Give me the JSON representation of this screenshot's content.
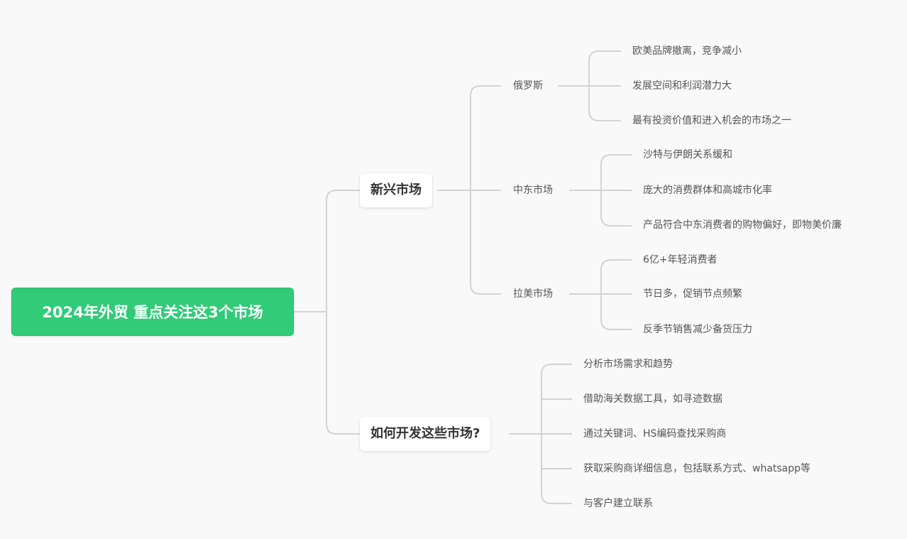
{
  "mindmap": {
    "root": "2024年外贸 重点关注这3个市场",
    "branches": [
      {
        "label": "新兴市场",
        "regions": [
          {
            "label": "俄罗斯",
            "points": [
              "欧美品牌撤离，竞争减小",
              "发展空间和利润潜力大",
              "最有投资价值和进入机会的市场之一"
            ]
          },
          {
            "label": "中东市场",
            "points": [
              "沙特与伊朗关系缓和",
              "庞大的消费群体和高城市化率",
              "产品符合中东消费者的购物偏好，即物美价廉"
            ]
          },
          {
            "label": "拉美市场",
            "points": [
              "6亿+年轻消费者",
              "节日多，促销节点频繁",
              "反季节销售减少备货压力"
            ]
          }
        ]
      },
      {
        "label": "如何开发这些市场?",
        "points": [
          "分析市场需求和趋势",
          "借助海关数据工具，如寻迹数据",
          "通过关键词、HS编码查找采购商",
          "获取采购商详细信息，包括联系方式、whatsapp等",
          "与客户建立联系"
        ]
      }
    ]
  },
  "colors": {
    "root_fill": "#32cb78",
    "connector": "#d3d3d3",
    "background": "#f9f9f9"
  }
}
